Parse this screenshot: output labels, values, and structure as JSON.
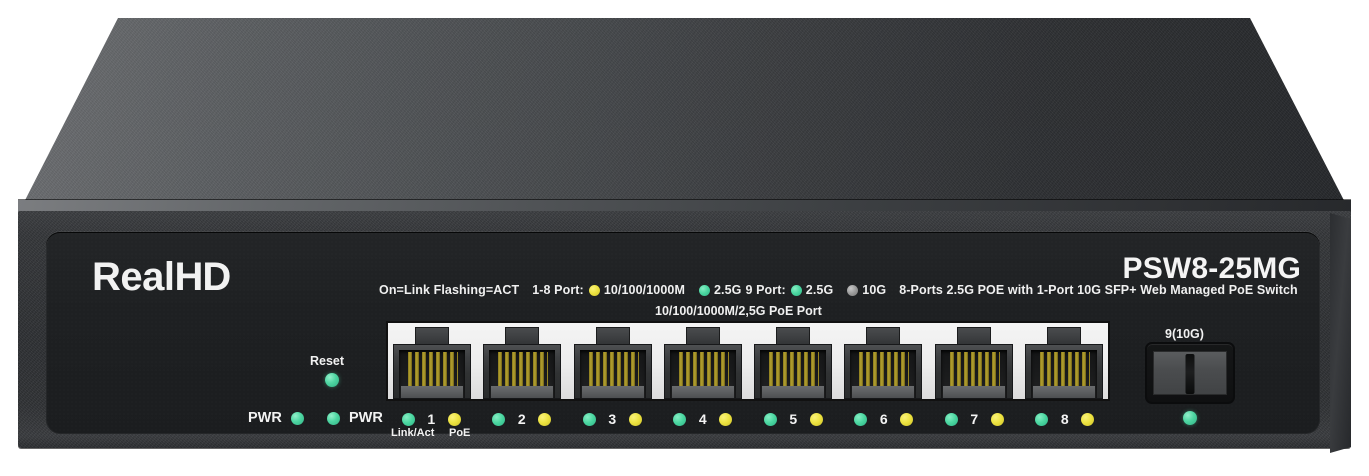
{
  "device": {
    "brand_light": "Real",
    "brand_bold": "HD",
    "model": "PSW8-25MG",
    "colors": {
      "led_green": "#4ed6a2",
      "led_yellow": "#e8dd45",
      "led_gray": "#9a9a9a",
      "chassis_dark": "#2e3033",
      "panel_dark": "#1e2022",
      "port_housing": "#f0f0f0",
      "text": "#f2f2f2"
    }
  },
  "legend": {
    "status_text": "On=Link Flashing=ACT",
    "ports_1_8_label": "1-8 Port:",
    "speed_1000m": "10/100/1000M",
    "speed_25g_a": "2.5G",
    "port_9_label": "9 Port:",
    "speed_25g_b": "2.5G",
    "speed_10g": "10G",
    "description": "8-Ports 2.5G POE with 1-Port 10G SFP+ Web Managed PoE Switch",
    "dot_1000m": "yellow-led-icon",
    "dot_25g_a": "green-led-icon",
    "dot_25g_b": "green-led-icon",
    "dot_10g": "gray-led-icon"
  },
  "port_group": {
    "label": "10/100/1000M/2,5G PoE Port"
  },
  "controls": {
    "reset_label": "Reset",
    "reset_led": "green-led-icon",
    "pwr_left_label": "PWR",
    "pwr_right_label": "PWR",
    "pwr_left_led": "green-led-icon",
    "pwr_right_led": "green-led-icon"
  },
  "ethernet_ports": [
    {
      "number": "1",
      "link_led": "green",
      "poe_led": "yellow"
    },
    {
      "number": "2",
      "link_led": "green",
      "poe_led": "yellow"
    },
    {
      "number": "3",
      "link_led": "green",
      "poe_led": "yellow"
    },
    {
      "number": "4",
      "link_led": "green",
      "poe_led": "yellow"
    },
    {
      "number": "5",
      "link_led": "green",
      "poe_led": "yellow"
    },
    {
      "number": "6",
      "link_led": "green",
      "poe_led": "yellow"
    },
    {
      "number": "7",
      "link_led": "green",
      "poe_led": "yellow"
    },
    {
      "number": "8",
      "link_led": "green",
      "poe_led": "yellow"
    }
  ],
  "led_sublabels": {
    "link_act": "Link/Act",
    "poe": "PoE"
  },
  "sfp_port": {
    "label": "9(10G)",
    "led": "green-led-icon"
  }
}
